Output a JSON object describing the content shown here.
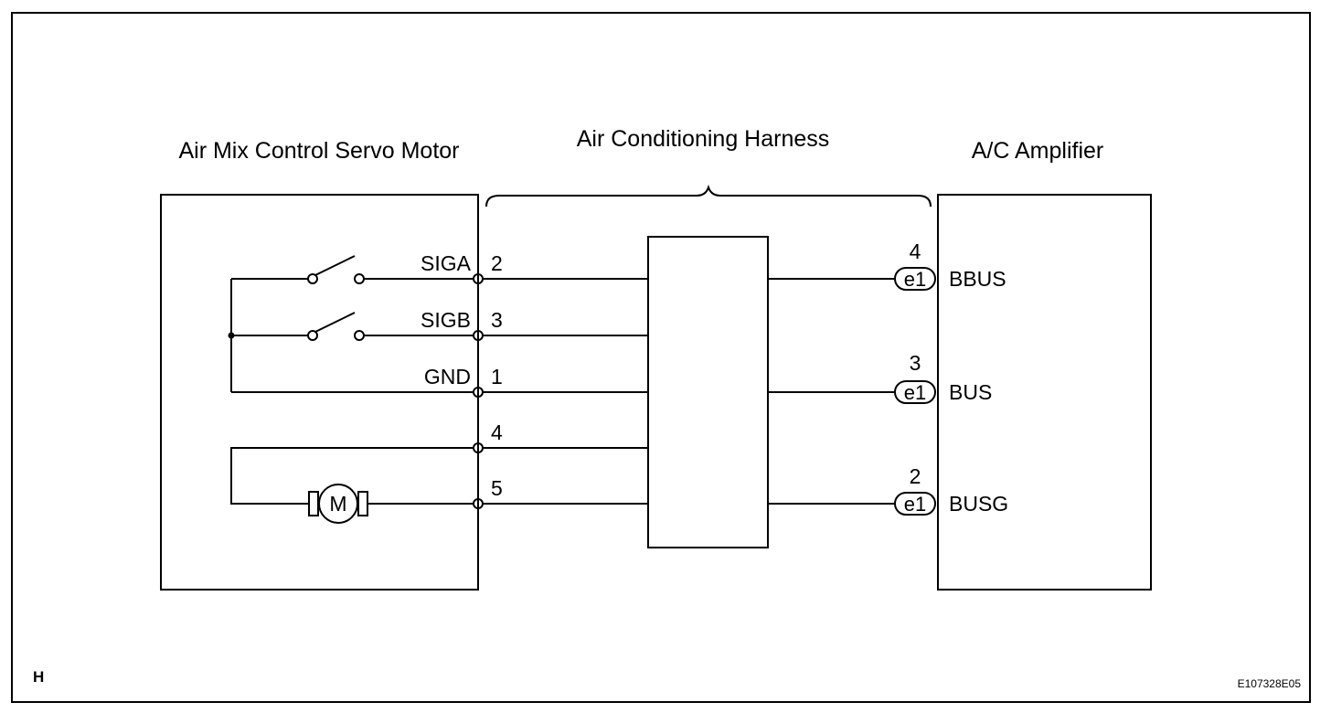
{
  "components": {
    "servo_motor": {
      "label": "Air Mix Control Servo Motor",
      "motor_symbol": "M"
    },
    "harness": {
      "label": "Air Conditioning Harness"
    },
    "amplifier": {
      "label": "A/C Amplifier"
    }
  },
  "servo_pins": [
    {
      "signal": "SIGA",
      "pin": "2"
    },
    {
      "signal": "SIGB",
      "pin": "3"
    },
    {
      "signal": "GND",
      "pin": "1"
    },
    {
      "signal": "",
      "pin": "4"
    },
    {
      "signal": "",
      "pin": "5"
    }
  ],
  "amplifier_pins": [
    {
      "connector": "e1",
      "pin": "4",
      "signal": "BBUS"
    },
    {
      "connector": "e1",
      "pin": "3",
      "signal": "BUS"
    },
    {
      "connector": "e1",
      "pin": "2",
      "signal": "BUSG"
    }
  ],
  "corner_label": "H",
  "figure_code": "E107328E05"
}
